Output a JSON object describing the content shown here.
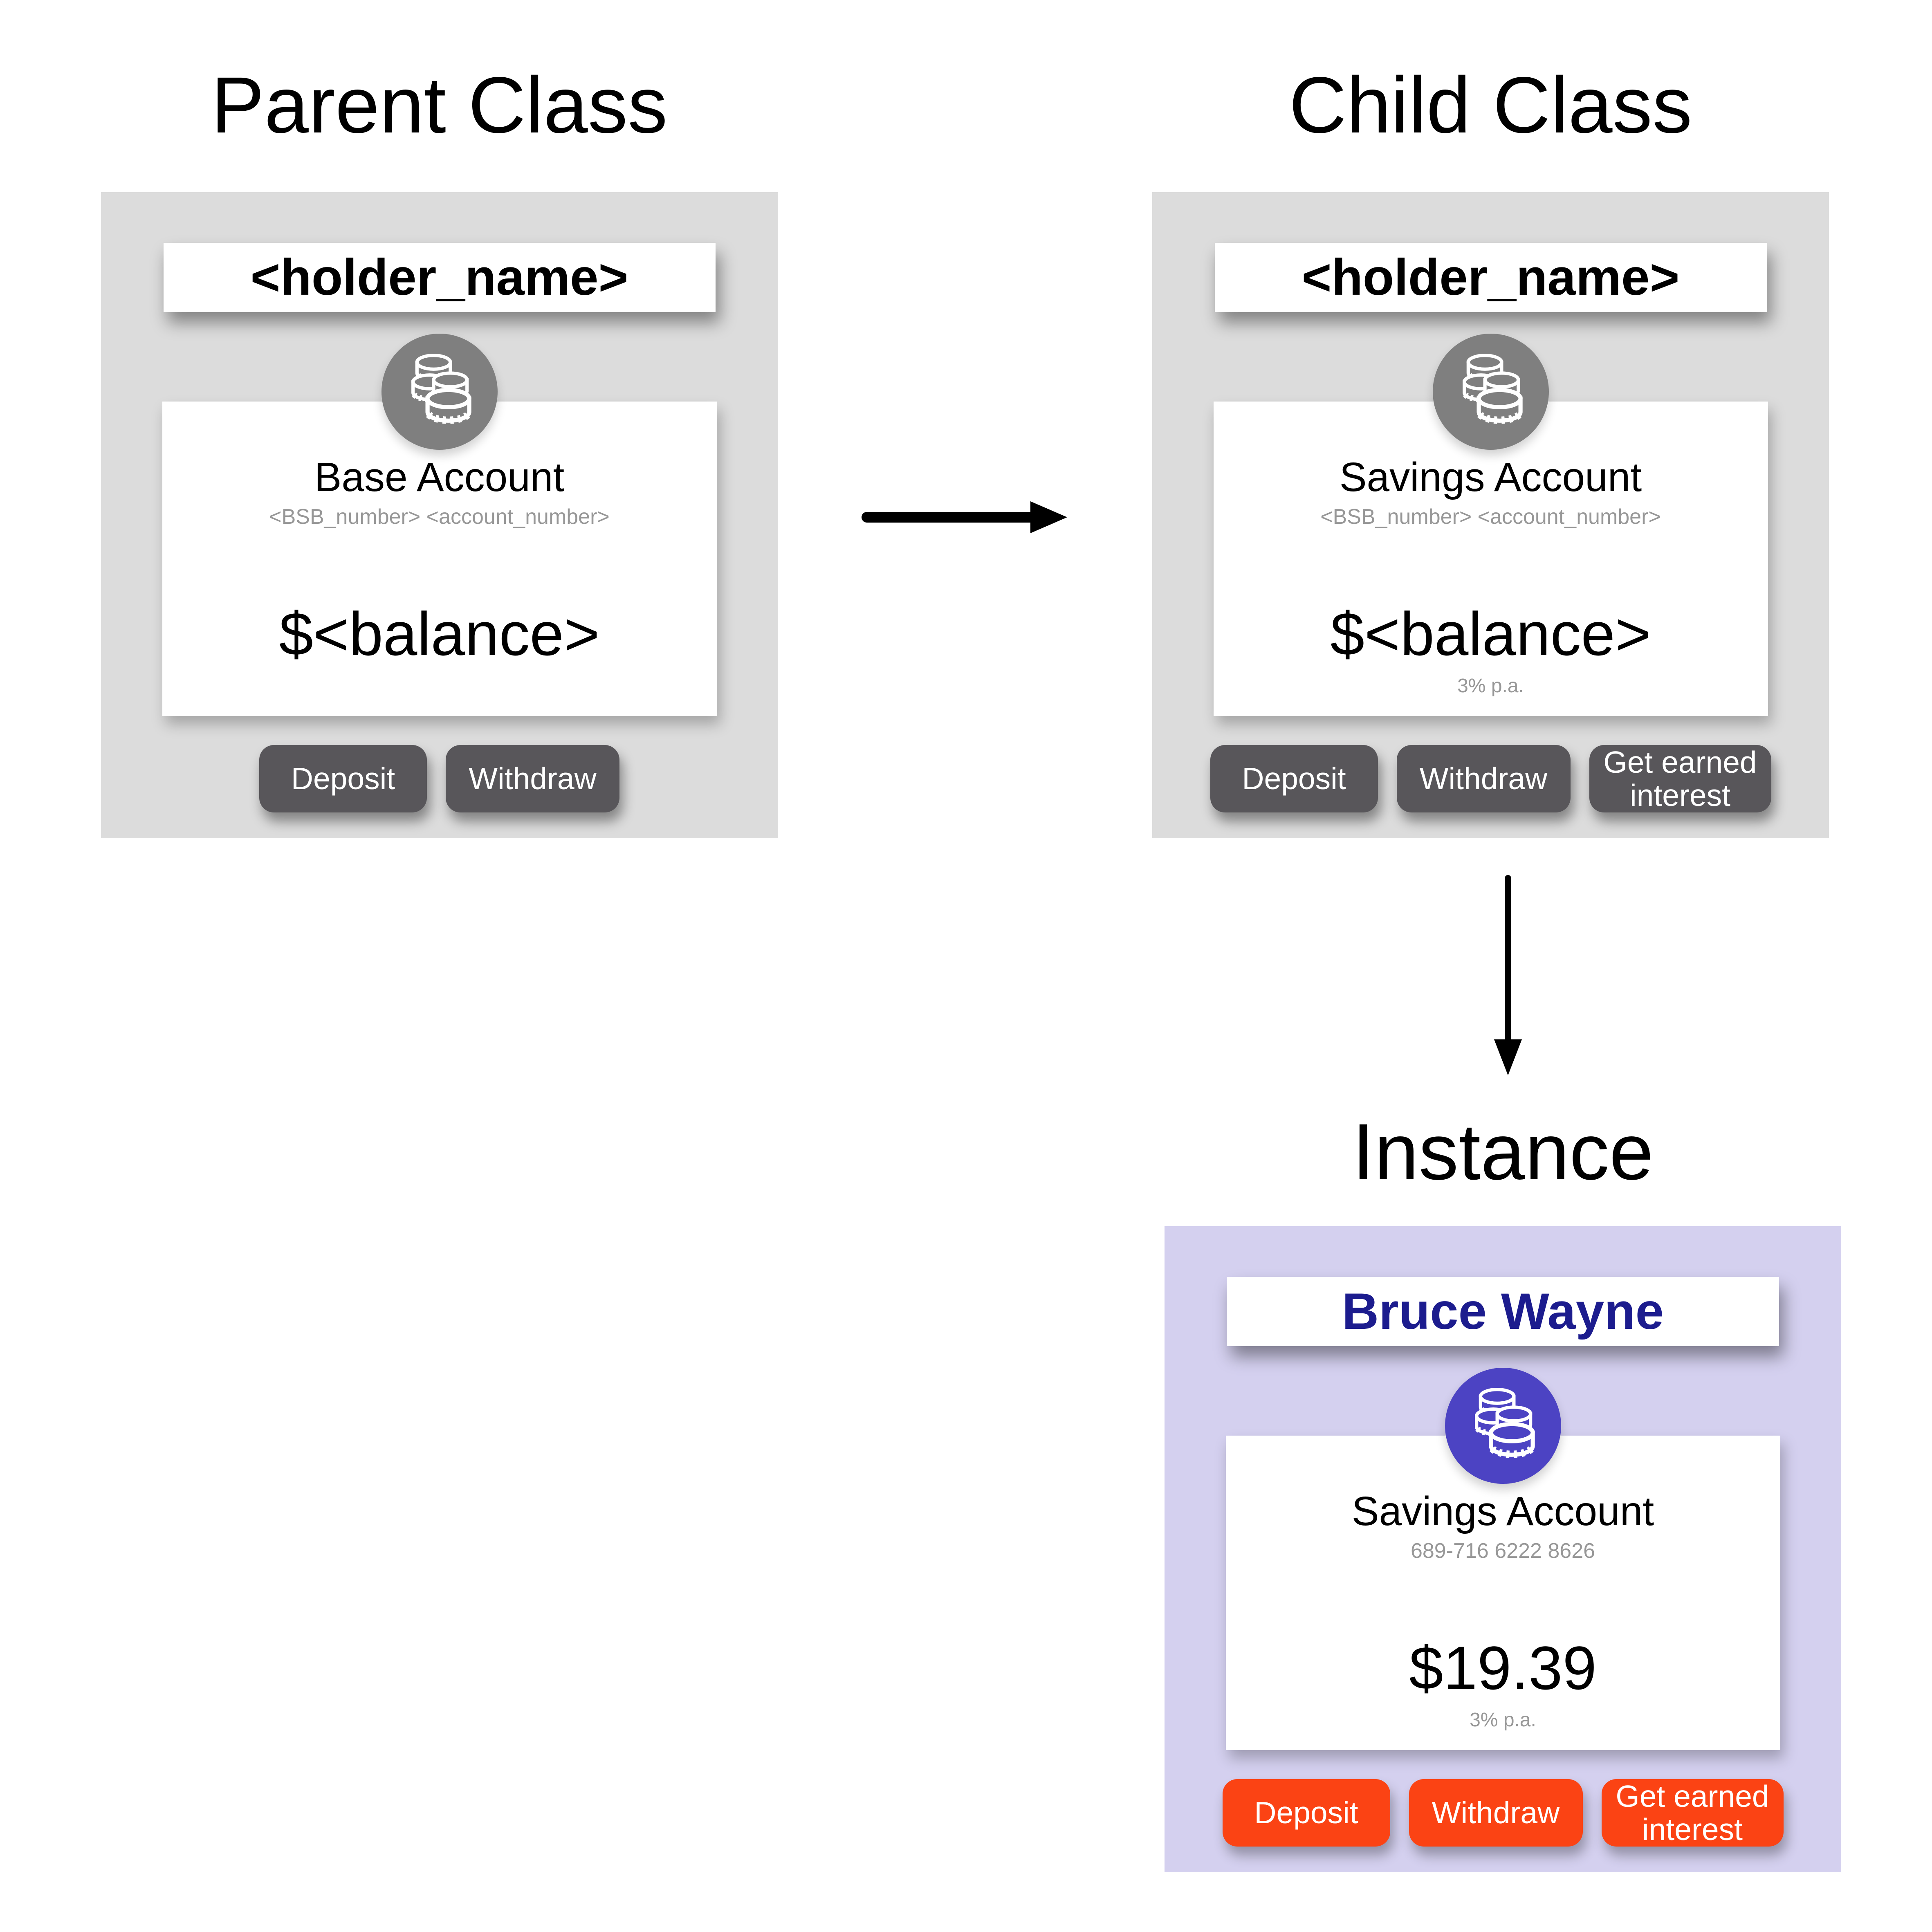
{
  "titles": {
    "parent": "Parent Class",
    "child": "Child Class",
    "instance": "Instance"
  },
  "cards": {
    "parent": {
      "holder_name": "<holder_name>",
      "account_title": "Base Account",
      "account_number": "<BSB_number> <account_number>",
      "balance": "$<balance>",
      "buttons": [
        "Deposit",
        "Withdraw"
      ]
    },
    "child": {
      "holder_name": "<holder_name>",
      "account_title": "Savings Account",
      "account_number": "<BSB_number> <account_number>",
      "balance": "$<balance>",
      "interest_rate": "3% p.a.",
      "buttons": [
        "Deposit",
        "Withdraw",
        "Get earned interest"
      ]
    },
    "instance": {
      "holder_name": "Bruce Wayne",
      "account_title": "Savings Account",
      "account_number": "689-716 6222 8626",
      "balance": "$19.39",
      "interest_rate": "3% p.a.",
      "buttons": [
        "Deposit",
        "Withdraw",
        "Get earned interest"
      ]
    }
  },
  "icons": {
    "badge": "coins-icon",
    "inheritance_arrow": "arrow-right-icon",
    "instantiation_arrow": "arrow-down-icon"
  },
  "colors": {
    "card-bg-gray": "#dcdcdc",
    "instance-bg": "#d4d0ef",
    "btn-dark": "#58565a",
    "btn-orange": "#fb4314",
    "circle-gray": "#7f7f7f",
    "circle-purple": "#4c43c3",
    "holder-navy": "#1c1c8e",
    "muted-gray": "#979797",
    "arrow-black": "#000000"
  }
}
